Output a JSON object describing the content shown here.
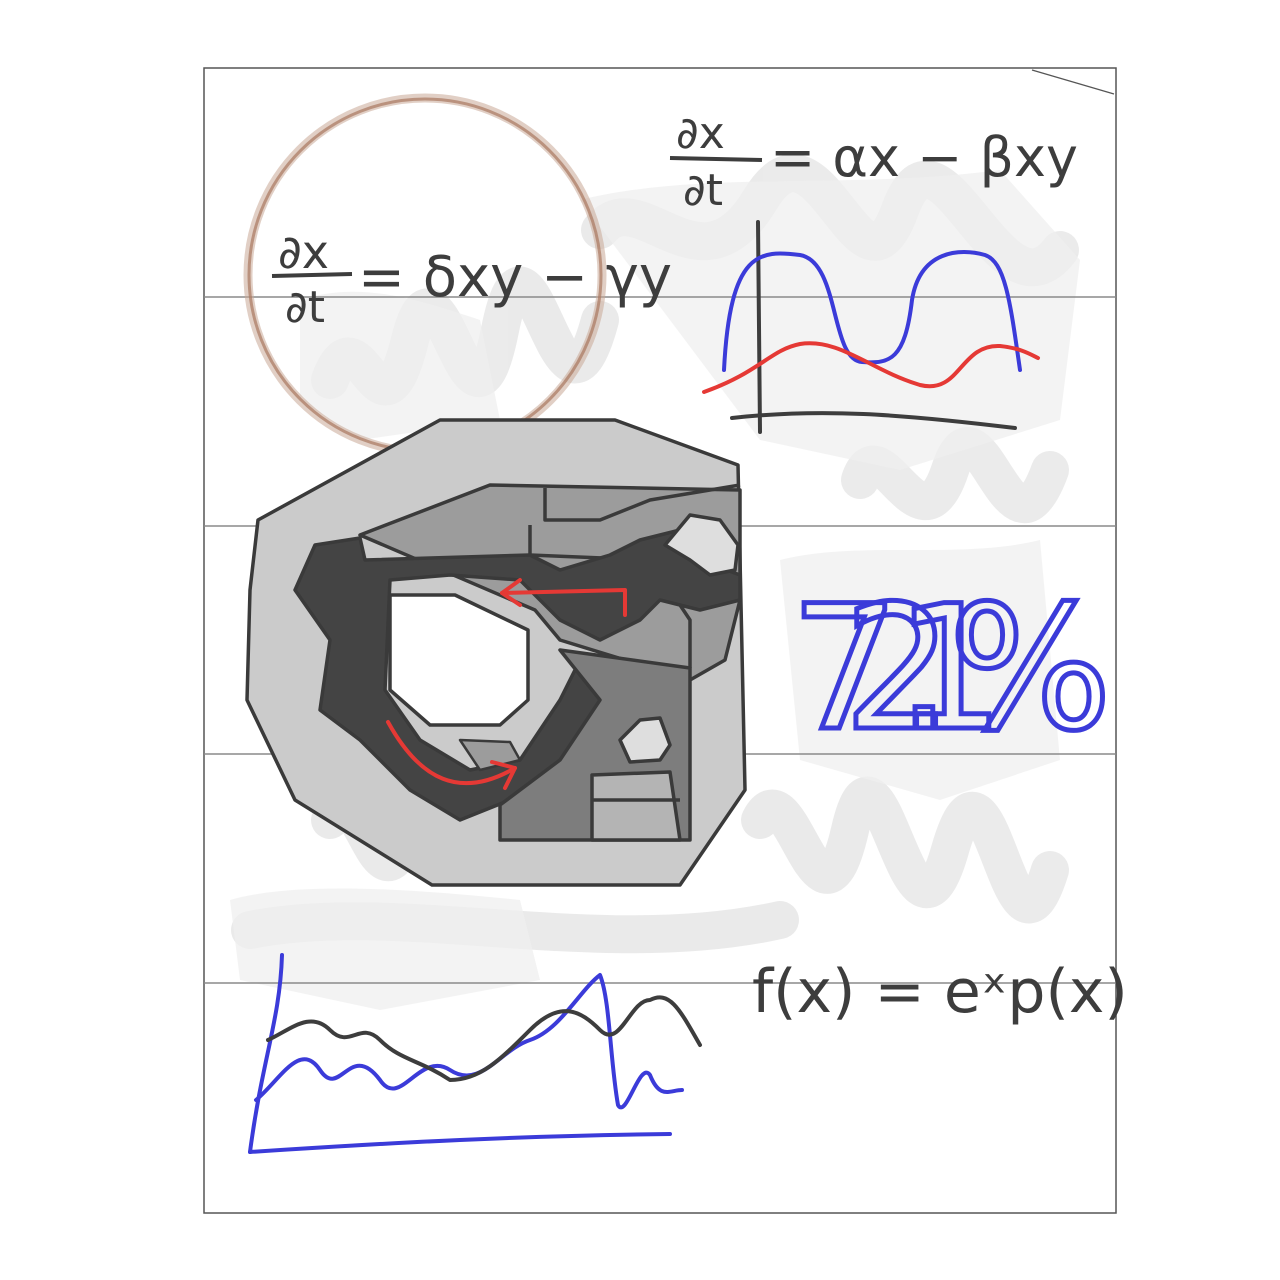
{
  "note": {
    "equation_top": "∂x/∂t = αx − βxy",
    "equation_top_numerator": "∂x",
    "equation_top_denominator": "∂t",
    "equation_top_rhs": "= αx − βxy",
    "equation_circle_numerator": "∂x",
    "equation_circle_denominator": "∂t",
    "equation_circle_rhs": "= δxy − γy",
    "equation_bottom": "f(x) = eˣp(x)",
    "percentage": "72.1%"
  },
  "colors": {
    "ink": "#3d3d3d",
    "blue": "#3b3bd9",
    "red": "#e53935",
    "circle": "#b98f78",
    "paper_line": "#8a8a8a"
  }
}
